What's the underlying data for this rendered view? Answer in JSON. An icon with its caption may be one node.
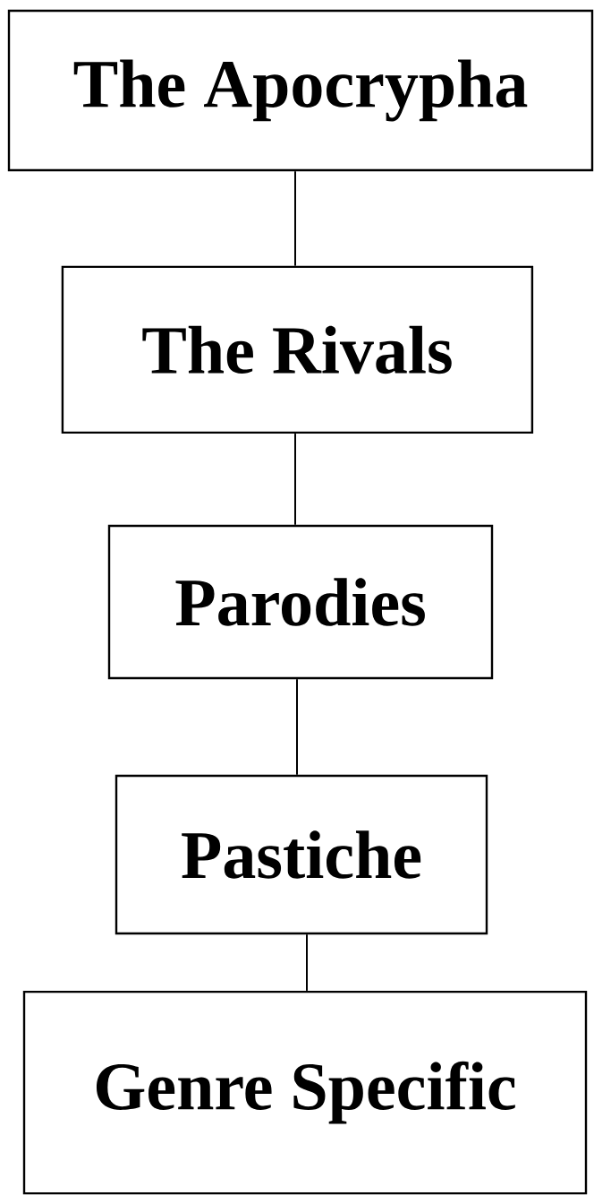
{
  "diagram": {
    "nodes": [
      {
        "text": [
          "The Apocrypha"
        ]
      },
      {
        "text": [
          "The Rivals"
        ]
      },
      {
        "text": [
          "Parodies"
        ]
      },
      {
        "text": [
          "Pastiche"
        ]
      },
      {
        "text": [
          "Genre Specific"
        ]
      }
    ],
    "edges": [
      {
        "from": 0,
        "to": 1,
        "arrow": "none"
      },
      {
        "from": 1,
        "to": 2,
        "arrow": "none"
      },
      {
        "from": 2,
        "to": 3,
        "arrow": "none"
      },
      {
        "from": 3,
        "to": 4,
        "arrow": "none"
      }
    ]
  }
}
